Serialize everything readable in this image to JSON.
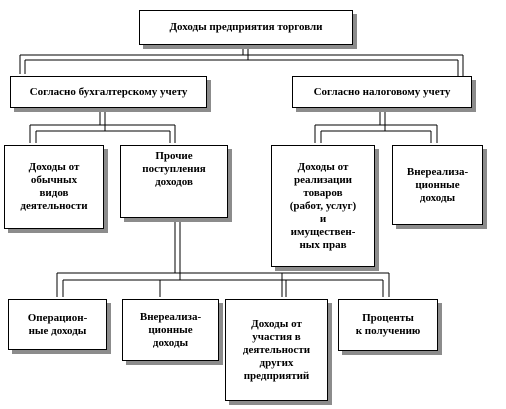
{
  "diagram": {
    "nodes": {
      "root": "Доходы предприятия торговли",
      "accounting": "Согласно бухгалтерскому учету",
      "tax": "Согласно налоговому учету",
      "ordinary": "Доходы от\nобычных\nвидов\nдеятельности",
      "other": "Прочие\nпоступления\nдоходов",
      "sales": "Доходы от\nреализации\nтоваров\n(работ, услуг)\nи\nимуществен-\nных прав",
      "nonop_tax": "Внереализа-\nционные\nдоходы",
      "operating": "Операцион-\nные доходы",
      "nonop": "Внереализа-\nционные\nдоходы",
      "participation": "Доходы от\nучастия в\nдеятельности\nдругих\nпредприятий",
      "interest": "Проценты\nк получению"
    }
  }
}
